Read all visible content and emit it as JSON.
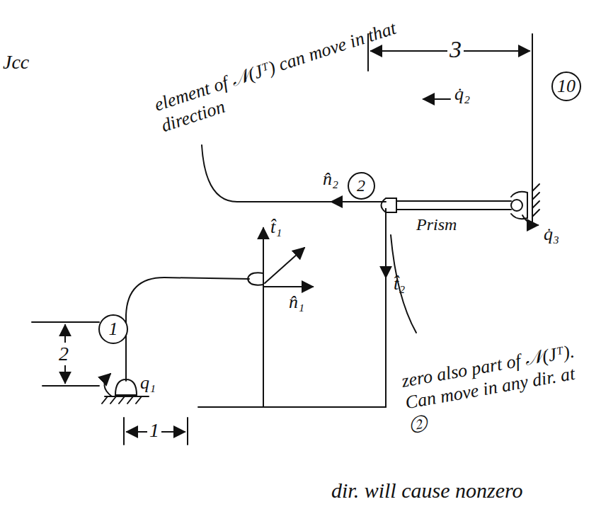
{
  "diagram": {
    "nodes": [
      {
        "text": [
          "10"
        ]
      },
      {
        "text": [
          "1"
        ]
      },
      {
        "text": [
          "2"
        ]
      }
    ],
    "labels": [
      "Jcc",
      "element of 𝒩(Jᵀ) can move in that direction",
      "3",
      "q̇₂",
      "n̂₂",
      "t̂₂",
      "Prism",
      "q̇₃",
      "t̂₁",
      "n̂₁",
      "2",
      "q₁",
      "1",
      "zero also part of 𝒩(Jᵀ). Can move in any dir. at ②",
      "dir. will cause nonzero"
    ]
  }
}
